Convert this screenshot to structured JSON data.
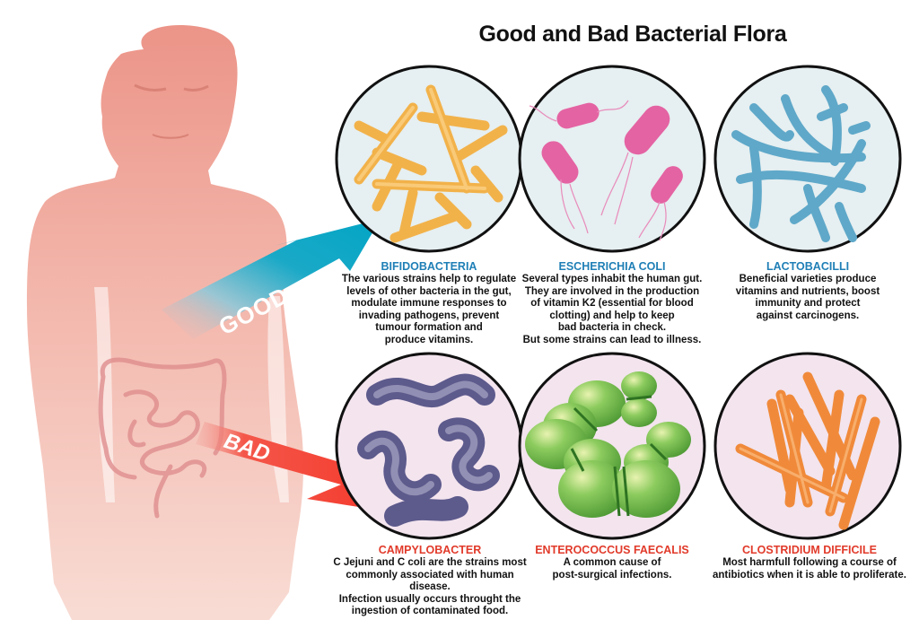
{
  "title": "Good and Bad Bacterial Flora",
  "colors": {
    "good_arrow": "#05a6c6",
    "bad_arrow": "#f4392c",
    "body": "#f0a59a",
    "good_label": "#1f7fb6",
    "bad_label": "#e13a2a",
    "good_dish_bg": "#e6eff1",
    "bad_dish_bg": "#f3e4ee"
  },
  "arrows": {
    "good": {
      "label": "GOOD"
    },
    "bad": {
      "label": "BAD"
    }
  },
  "good_bacteria": [
    {
      "name": "BIFIDOBACTERIA",
      "description": "The various strains help to regulate\nlevels of other bacteria in the gut,\nmodulate immune responses to\ninvading pathogens, prevent\ntumour formation and\nproduce vitamins."
    },
    {
      "name": "ESCHERICHIA COLI",
      "description": "Several types inhabit the human gut.\nThey are involved in the production\nof vitamin K2 (essential for blood\nclotting) and help to keep\nbad bacteria in check.\nBut some strains can lead to illness."
    },
    {
      "name": "LACTOBACILLI",
      "description": "Beneficial varieties produce\nvitamins and nutrients, boost\nimmunity and protect\nagainst carcinogens."
    }
  ],
  "bad_bacteria": [
    {
      "name": "CAMPYLOBACTER",
      "description": "C Jejuni and C coli are the strains most\ncommonly associated with human disease.\nInfection usually occurs throught the\ningestion of contaminated food."
    },
    {
      "name": "ENTEROCOCCUS FAECALIS",
      "description": "A common cause of\npost-surgical infections."
    },
    {
      "name": "CLOSTRIDIUM DIFFICILE",
      "description": "Most harmfull following a course of\nantibiotics when it is able to proliferate."
    }
  ]
}
